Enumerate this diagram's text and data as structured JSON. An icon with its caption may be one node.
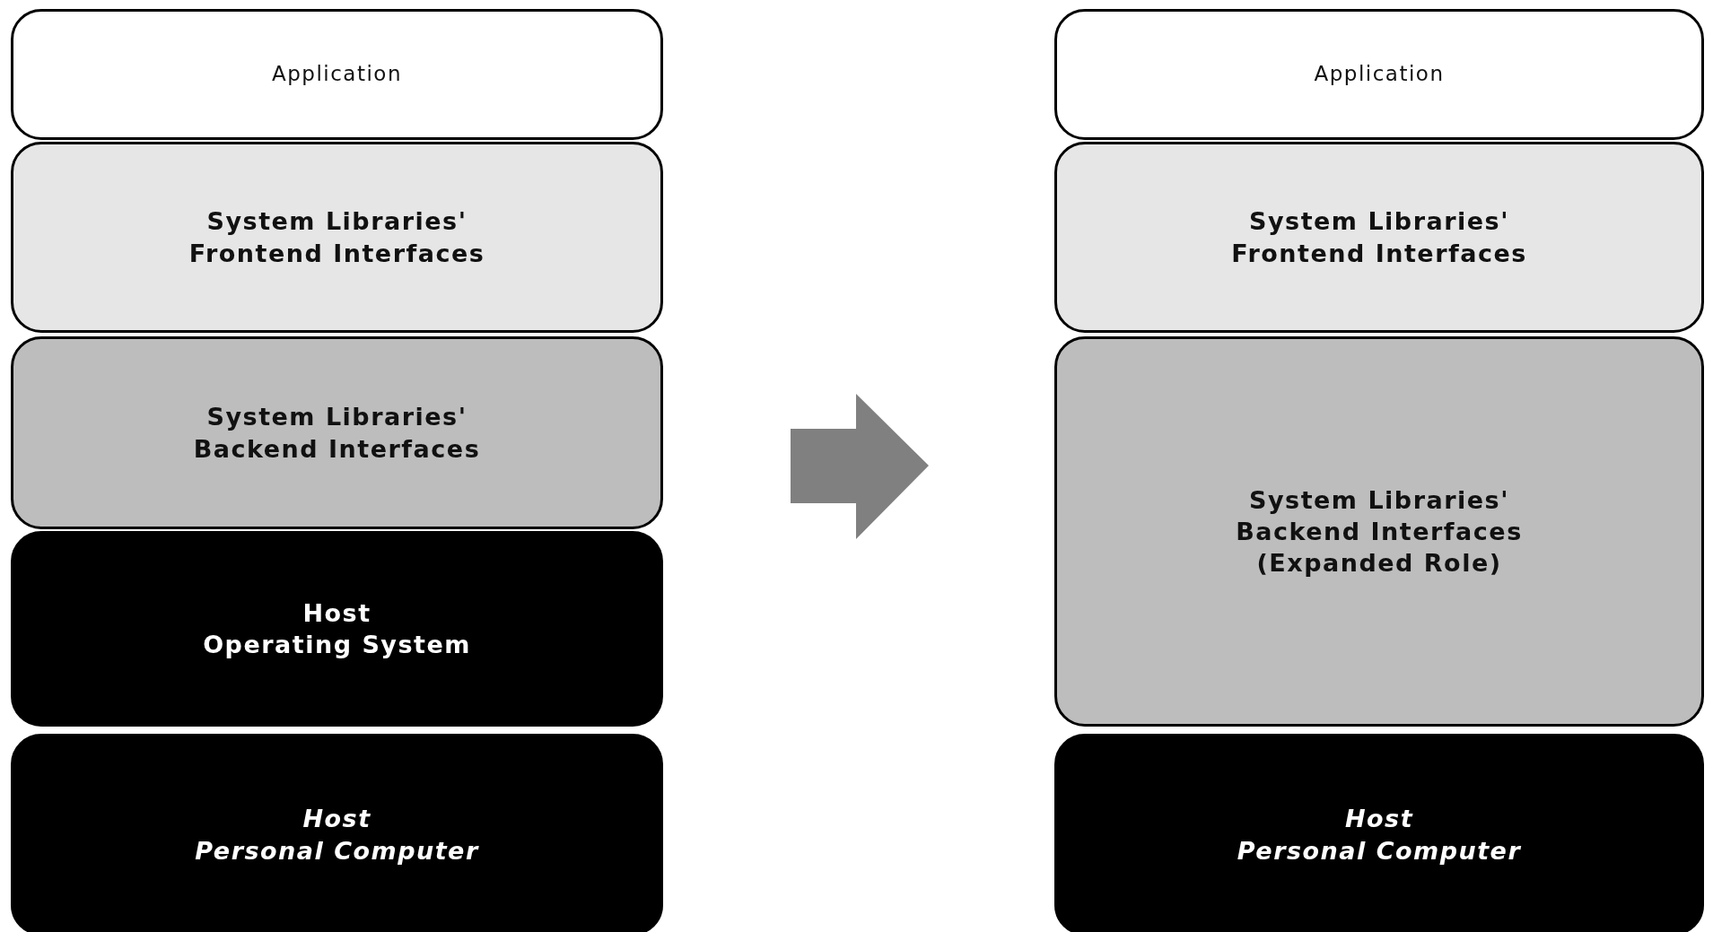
{
  "diagram": {
    "nodes": [
      {
        "text": [
          "Application"
        ]
      },
      {
        "text": [
          "System Libraries' Frontend Interfaces"
        ]
      },
      {
        "text": [
          "System Libraries' Backend Interfaces"
        ]
      },
      {
        "text": [
          "Host Operating System"
        ]
      },
      {
        "text": [
          "Host Personal Computer"
        ]
      },
      {
        "text": [
          "Application"
        ]
      },
      {
        "text": [
          "System Libraries' Frontend Interfaces"
        ]
      },
      {
        "text": [
          "System Libraries' Backend Interfaces (Expanded Role)"
        ]
      },
      {
        "text": [
          "Host Personal Computer"
        ]
      }
    ]
  }
}
